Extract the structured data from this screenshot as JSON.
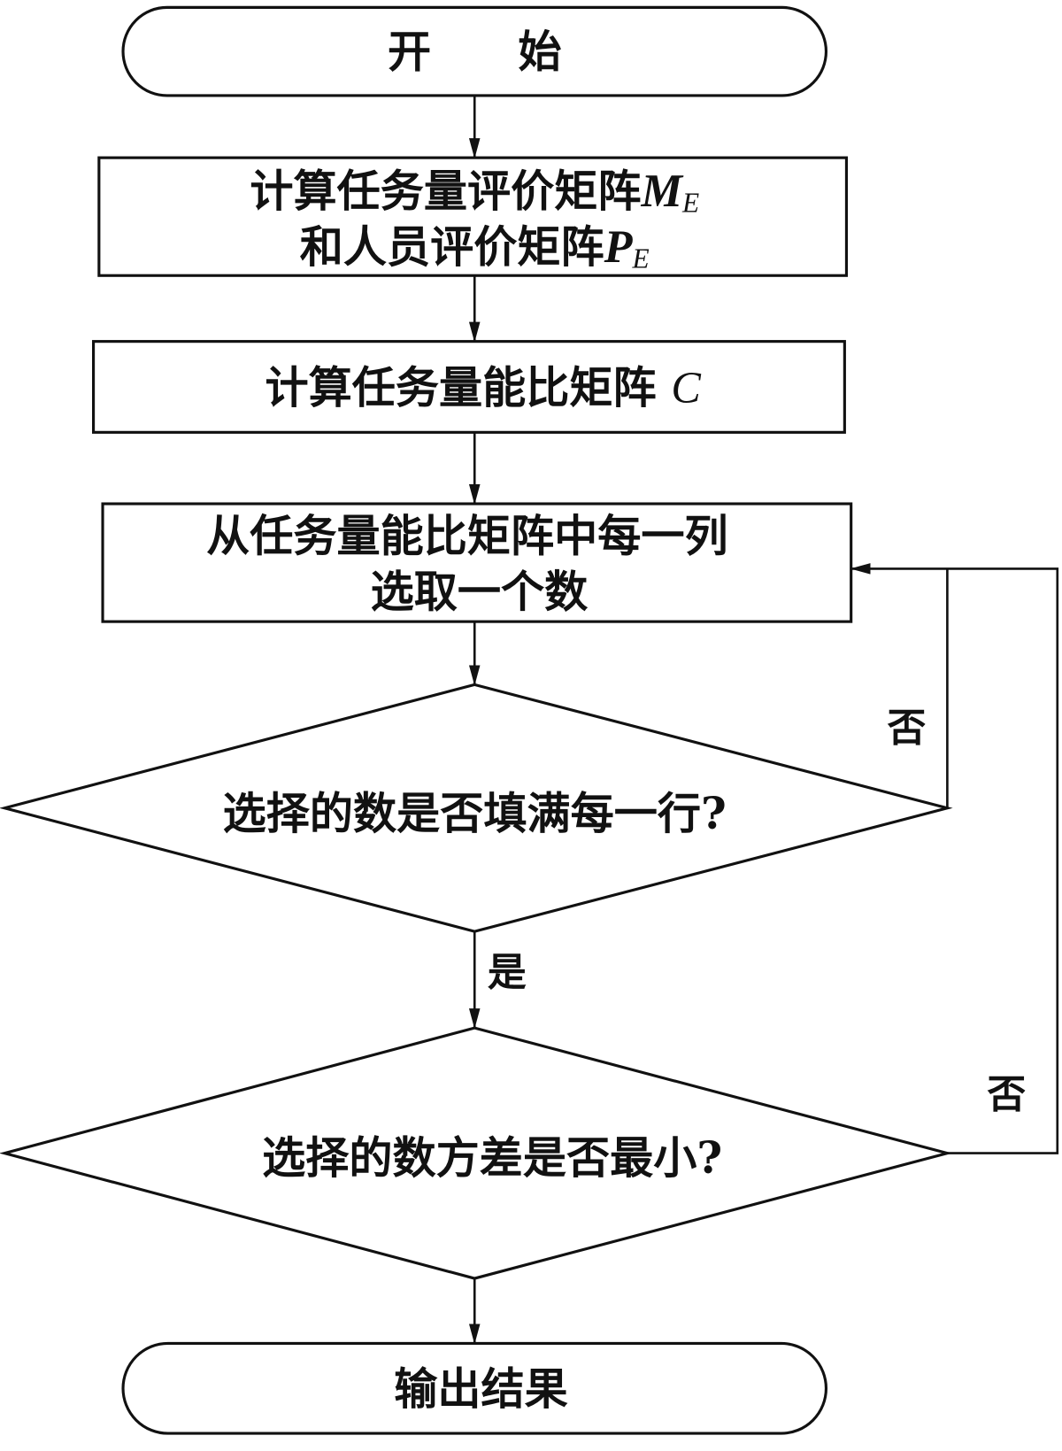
{
  "diagram": {
    "start": {
      "label": "开　　始"
    },
    "step1": {
      "line1": "计算任务量评价矩阵",
      "line1_var": "M",
      "line1_sub": "E",
      "line2": "和人员评价矩阵",
      "line2_var": "P",
      "line2_sub": "E"
    },
    "step2": {
      "label": "计算任务量能比矩阵",
      "var": "C"
    },
    "step3": {
      "line1": "从任务量能比矩阵中每一列",
      "line2": "选取一个数"
    },
    "decision1": {
      "label": "选择的数是否填满每一行?",
      "yes_label": "是",
      "no_label": "否"
    },
    "decision2": {
      "label": "选择的数方差是否最小?",
      "no_label": "否"
    },
    "end": {
      "label": "输出结果"
    }
  }
}
